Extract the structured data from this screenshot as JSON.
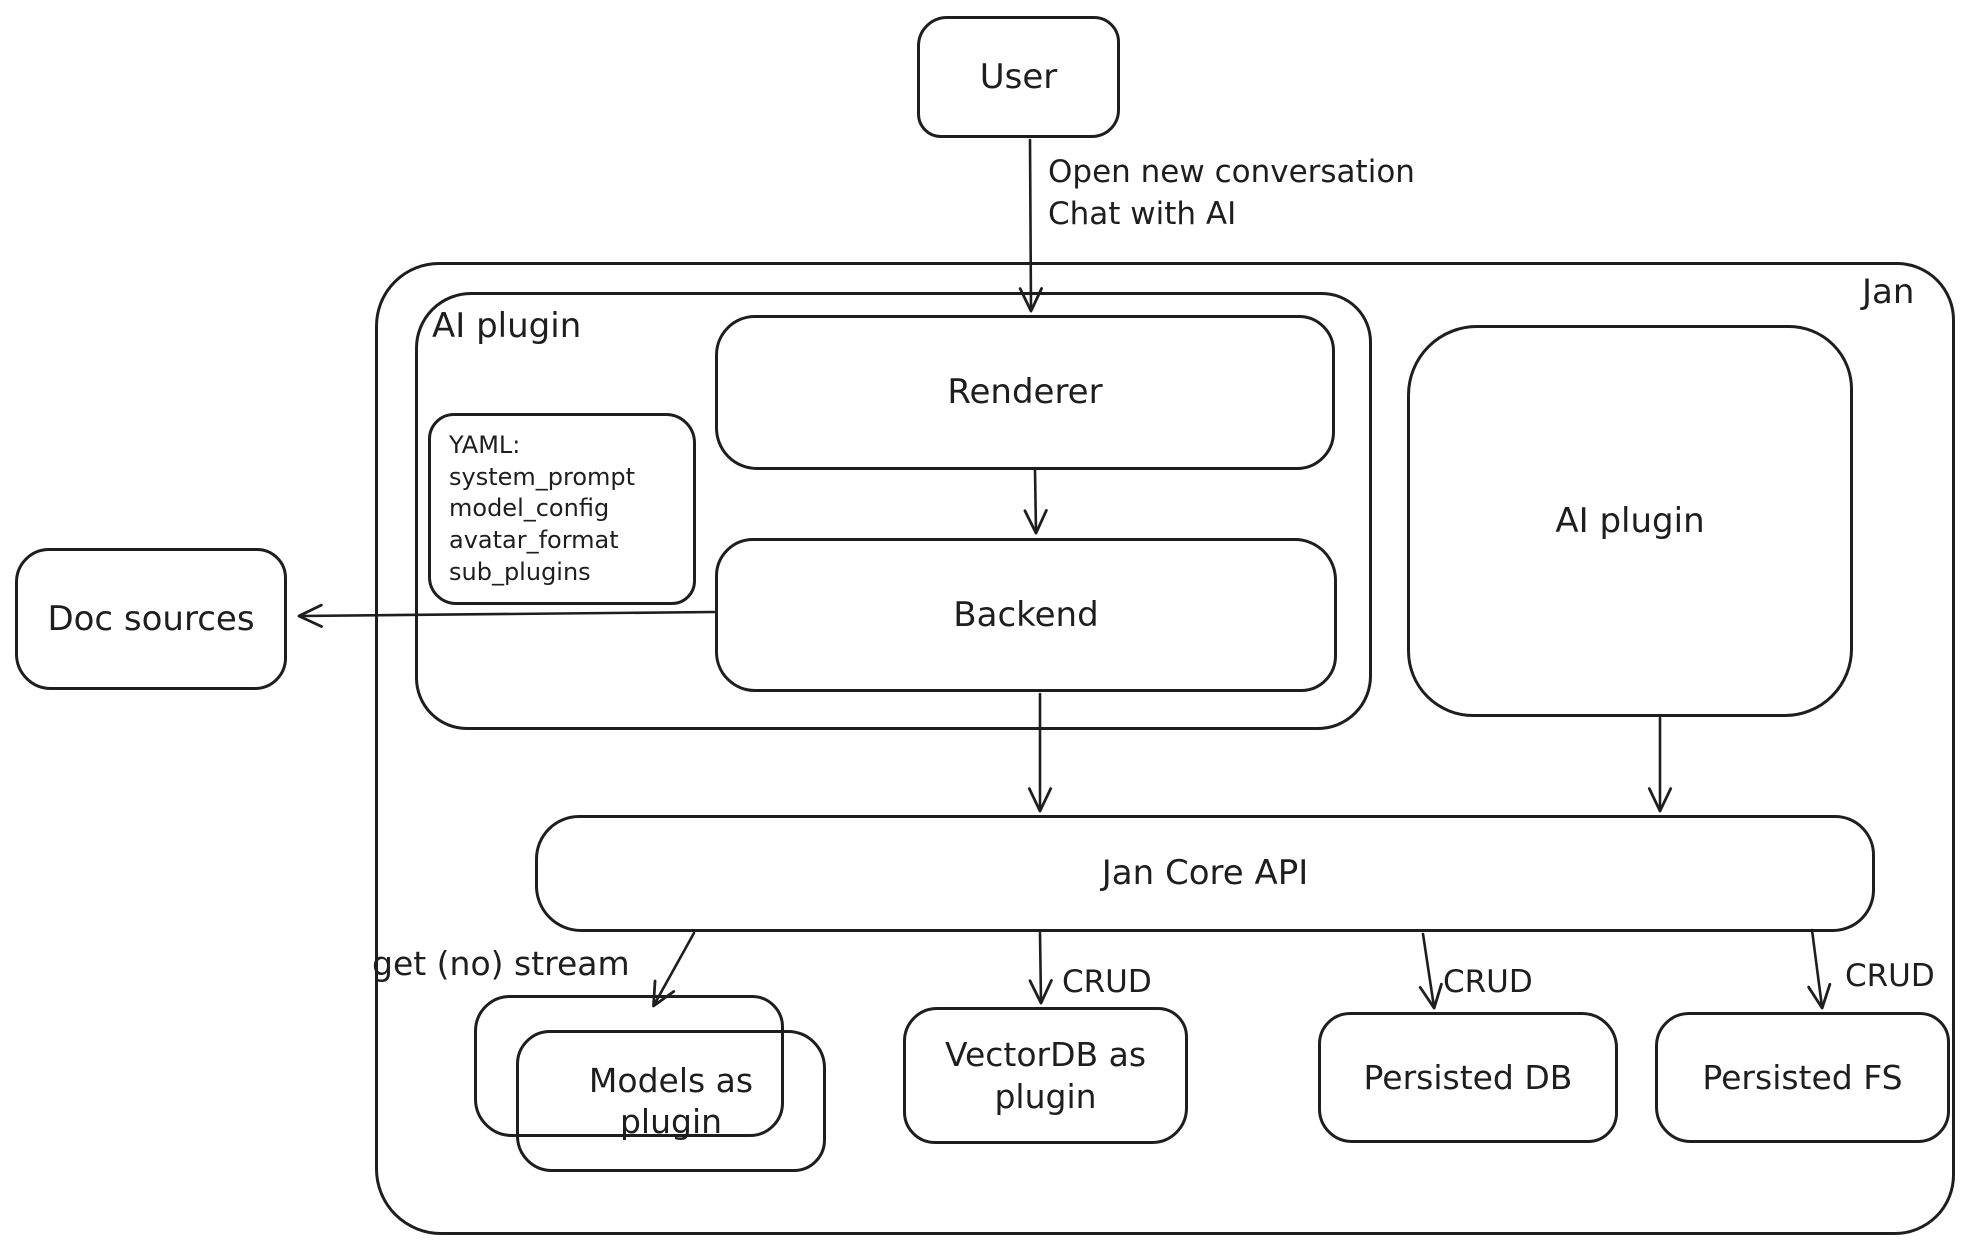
{
  "diagram": {
    "title_corner": "Jan",
    "nodes": {
      "user": {
        "label": "User"
      },
      "ai_plugin_container": {
        "label": "AI plugin"
      },
      "renderer": {
        "label": "Renderer"
      },
      "backend": {
        "label": "Backend"
      },
      "yaml_note": {
        "lines": [
          "YAML:",
          "system_prompt",
          "model_config",
          "avatar_format",
          "sub_plugins"
        ]
      },
      "ai_plugin_right": {
        "label": "AI plugin"
      },
      "doc_sources": {
        "label": "Doc sources"
      },
      "jan_core_api": {
        "label": "Jan Core API"
      },
      "models_as_plugin": {
        "label": "Models as plugin"
      },
      "vectordb_as_plugin": {
        "label": "VectorDB as plugin"
      },
      "persisted_db": {
        "label": "Persisted DB"
      },
      "persisted_fs": {
        "label": "Persisted FS"
      }
    },
    "edge_labels": {
      "user_to_renderer_line1": "Open new conversation",
      "user_to_renderer_line2": "Chat with AI",
      "get_no_stream": "get (no) stream",
      "crud_vectordb": "CRUD",
      "crud_persisted_db": "CRUD",
      "crud_persisted_fs": "CRUD"
    },
    "colors": {
      "stroke": "#1e1e1e",
      "background": "#ffffff"
    }
  }
}
